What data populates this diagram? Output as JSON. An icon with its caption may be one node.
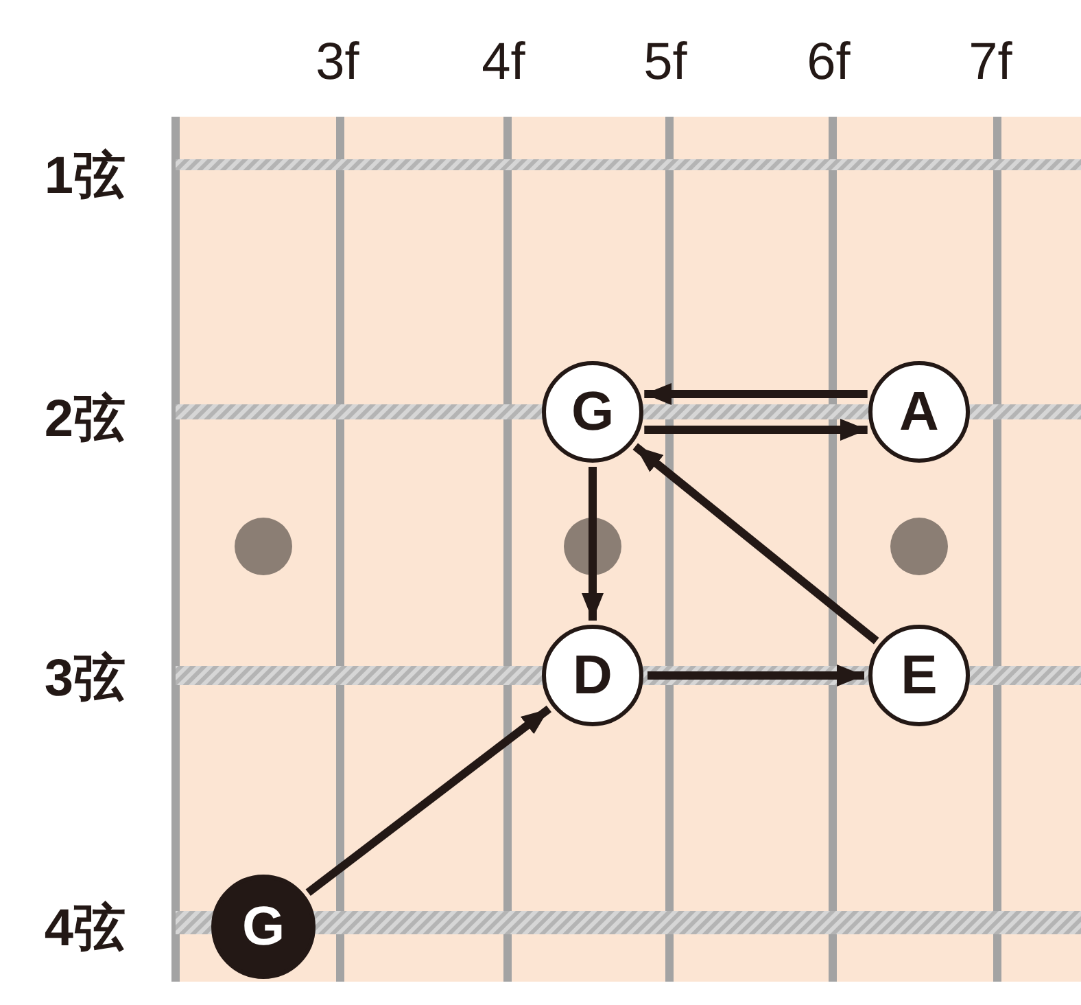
{
  "diagram": {
    "nodes": [
      {
        "text": [
          "G"
        ]
      },
      {
        "text": [
          "A"
        ]
      },
      {
        "text": [
          "D"
        ]
      },
      {
        "text": [
          "E"
        ]
      },
      {
        "text": [
          "G"
        ]
      }
    ],
    "edges": [
      {
        "from": 1,
        "to": 0,
        "arrow": "to"
      },
      {
        "from": 0,
        "to": 1,
        "arrow": "to"
      },
      {
        "from": 0,
        "to": 2,
        "arrow": "to"
      },
      {
        "from": 2,
        "to": 3,
        "arrow": "to"
      },
      {
        "from": 3,
        "to": 0,
        "arrow": "to"
      },
      {
        "from": 4,
        "to": 2,
        "arrow": "to"
      }
    ],
    "labels": [
      "3f",
      "4f",
      "5f",
      "6f",
      "7f",
      "1弦",
      "2弦",
      "3弦",
      "4弦"
    ]
  }
}
